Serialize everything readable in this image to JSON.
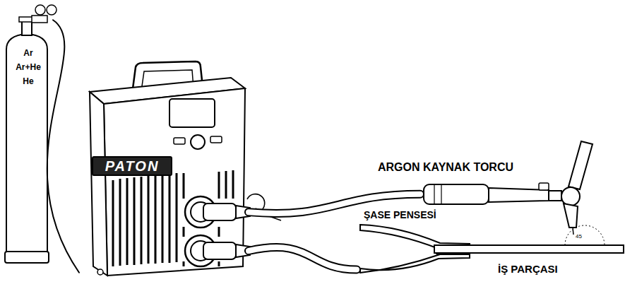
{
  "diagram": {
    "nodes": [
      {
        "text": [
          "Ar",
          "Ar+He",
          "He"
        ]
      },
      {
        "text": [
          "PATON"
        ]
      },
      {
        "text": [
          "ARGON KAYNAK TORCU"
        ]
      },
      {
        "text": [
          "ŞASE PENSESİ"
        ]
      },
      {
        "text": [
          "İŞ PARÇASI"
        ]
      }
    ],
    "edges": [
      {
        "from": 0,
        "to": 1,
        "arrow": "none"
      },
      {
        "from": 1,
        "to": 2,
        "arrow": "none"
      },
      {
        "from": 1,
        "to": 3,
        "arrow": "none"
      }
    ],
    "labels": [
      "45"
    ]
  }
}
